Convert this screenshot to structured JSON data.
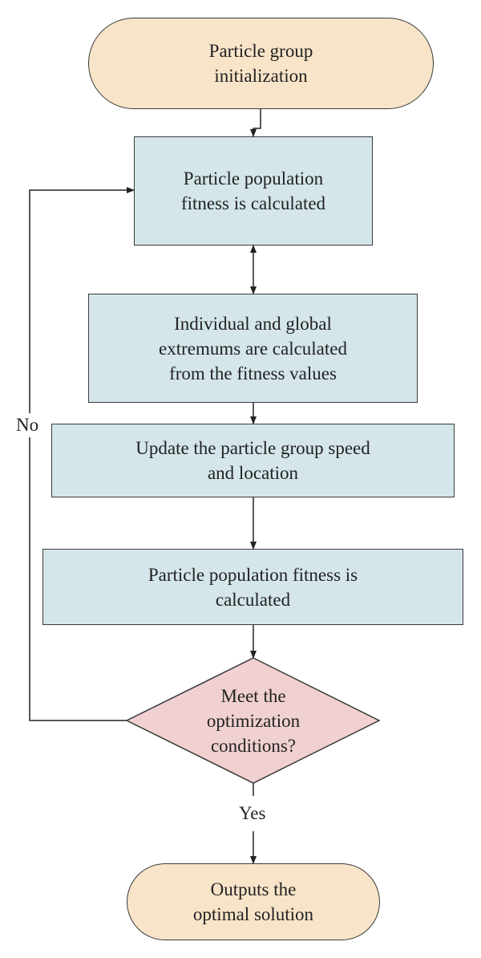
{
  "nodes": {
    "start": "Particle group\ninitialization",
    "fitness1": "Particle population\nfitness is calculated",
    "extremums": "Individual and global\nextremums are calculated\nfrom the fitness values",
    "update": "Update the particle group speed\nand location",
    "fitness2": "Particle population fitness is\ncalculated",
    "decision": "Meet the\noptimization\nconditions?",
    "end": "Outputs the\noptimal solution"
  },
  "edges": {
    "no_label": "No",
    "yes_label": "Yes"
  },
  "colors": {
    "terminator_fill": "#f8e4c8",
    "process_fill": "#d4e6ea",
    "decision_fill": "#f0d0d0",
    "stroke": "#3a3a3a"
  }
}
